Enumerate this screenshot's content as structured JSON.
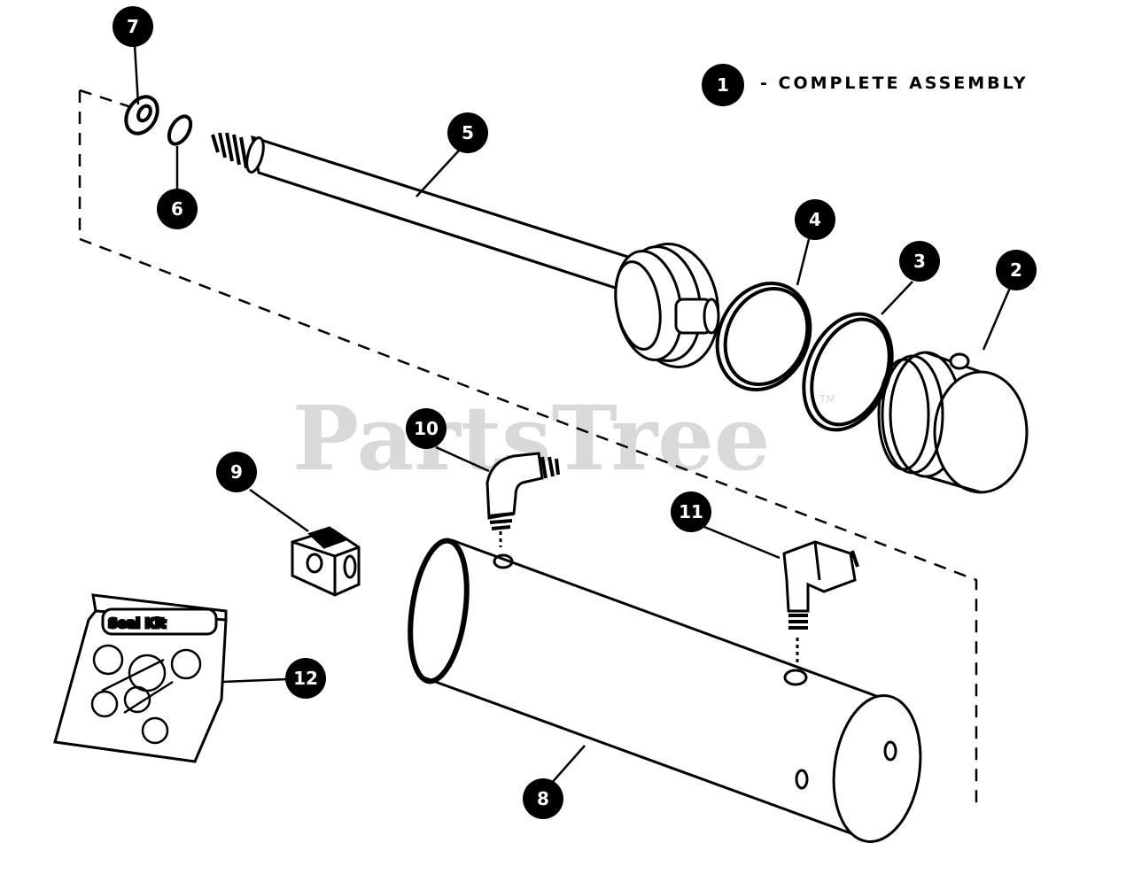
{
  "legend": {
    "number": "1",
    "text": "- COMPLETE ASSEMBLY"
  },
  "watermark": {
    "text": "PartsTree",
    "tm": "TM"
  },
  "seal_kit": {
    "label": "Seal Kit"
  },
  "callouts": [
    {
      "id": "2",
      "label": "2"
    },
    {
      "id": "3",
      "label": "3"
    },
    {
      "id": "4",
      "label": "4"
    },
    {
      "id": "5",
      "label": "5"
    },
    {
      "id": "6",
      "label": "6"
    },
    {
      "id": "7",
      "label": "7"
    },
    {
      "id": "8",
      "label": "8"
    },
    {
      "id": "9",
      "label": "9"
    },
    {
      "id": "10",
      "label": "10"
    },
    {
      "id": "11",
      "label": "11"
    },
    {
      "id": "12",
      "label": "12"
    }
  ]
}
